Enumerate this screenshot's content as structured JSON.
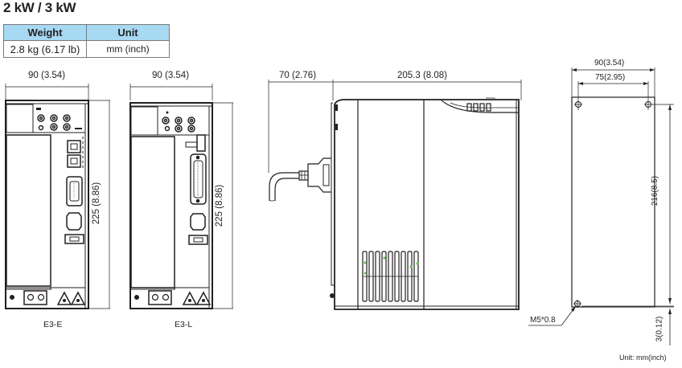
{
  "title": "2 kW / 3 kW",
  "spec_table": {
    "headers": {
      "weight": "Weight",
      "unit": "Unit"
    },
    "row": {
      "weight": "2.8 kg (6.17 lb)",
      "unit": "mm (inch)"
    }
  },
  "views": {
    "front_e": {
      "width_dim": "90 (3.54)",
      "height_dim": "225 (8.86)",
      "caption": "E3-E"
    },
    "front_l": {
      "width_dim": "90 (3.54)",
      "height_dim": "225 (8.86)",
      "caption": "E3-L"
    },
    "side": {
      "cable_dim": "70 (2.76)",
      "depth_dim": "205.3 (8.08)"
    },
    "mounting": {
      "outer_width_dim": "90(3.54)",
      "hole_spacing_dim": "75(2.95)",
      "hole_height_dim": "216(8.5)",
      "bottom_offset_dim": "3(0.12)",
      "screw_label": "M5*0.8"
    }
  },
  "unit_note": "Unit: mm(inch)",
  "colors": {
    "table_header": "#a7d9f2",
    "line": "#231f20",
    "vent_accent": "#6abf4b"
  }
}
